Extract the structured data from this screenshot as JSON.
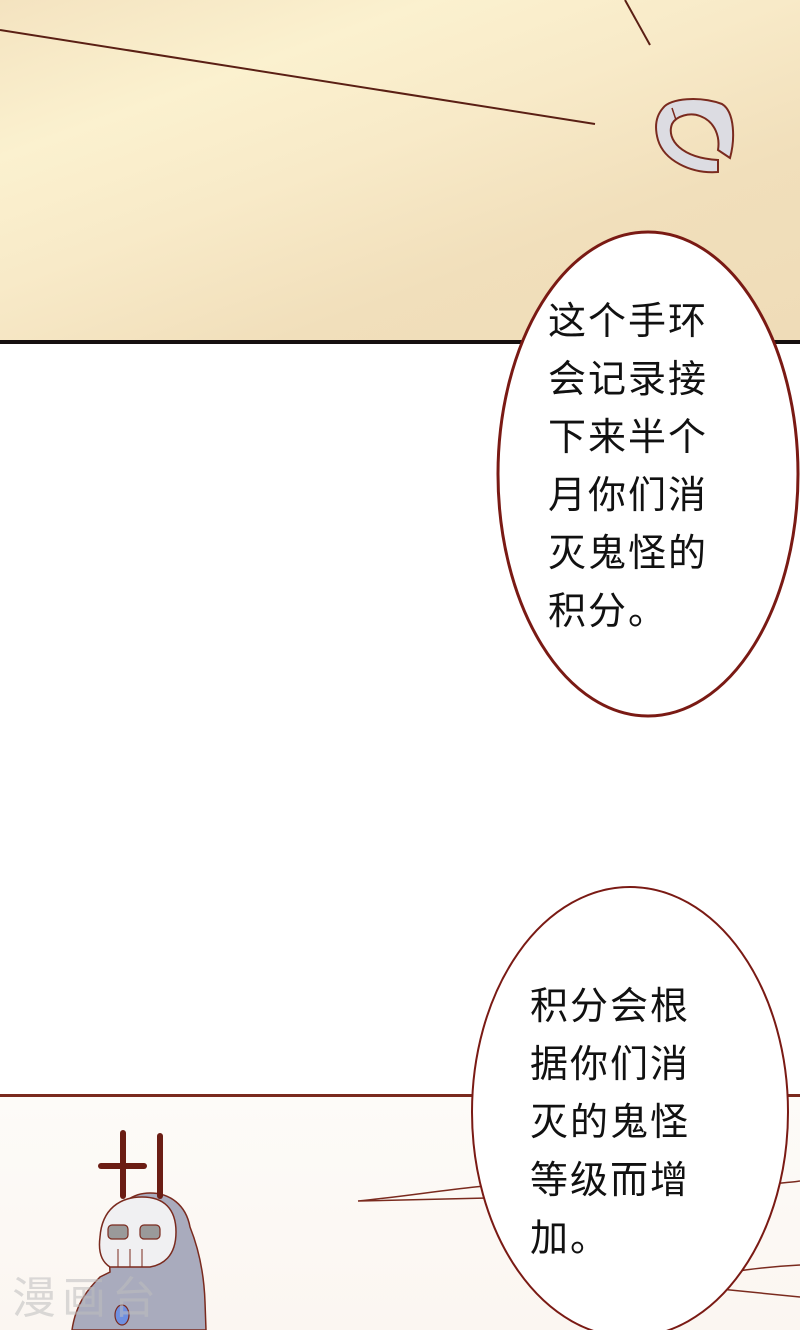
{
  "comic": {
    "panels": [
      {
        "id": "top",
        "description": "bracelet on warm beige background with light rays"
      },
      {
        "id": "middle",
        "description": "white gutter with speech bubbles"
      },
      {
        "id": "bottom",
        "description": "skull-masked ghost character with +1 sign"
      }
    ],
    "bubble1": {
      "lines": [
        "这个手环",
        "会记录接",
        "下来半个",
        "月你们消",
        "灭鬼怪的",
        "积分。"
      ],
      "text": "这个手环\n会记录接\n下来半个\n月你们消\n灭鬼怪的\n积分。"
    },
    "bubble2": {
      "lines": [
        "积分会根",
        "据你们消",
        "灭的鬼怪",
        "等级而增",
        "加。"
      ],
      "text": "积分会根\n据你们消\n灭的鬼怪\n等级而增\n加。"
    },
    "score_sign": "+1",
    "watermark": "漫画台",
    "colors": {
      "outline": "#7a1a14",
      "panel_bg_top": "#f1dfbb",
      "panel_bg_bottom": "#fbf6f1",
      "bracelet": "#dcdce2",
      "ghost_body": "#a9abbd",
      "gem": "#6f8fe0"
    }
  }
}
